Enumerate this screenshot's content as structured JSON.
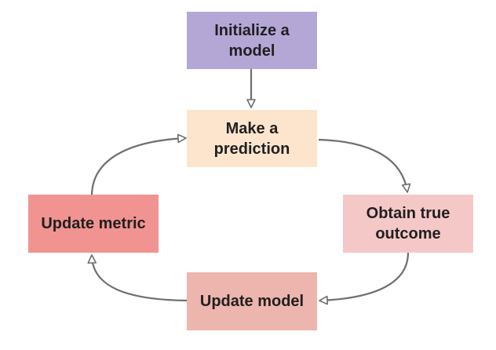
{
  "nodes": {
    "initialize": {
      "label": "Initialize a model",
      "color": "#b4a7d6"
    },
    "predict": {
      "label": "Make a prediction",
      "color": "#fde5cd"
    },
    "obtain": {
      "label": "Obtain true outcome",
      "color": "#f5c8c8"
    },
    "update_model": {
      "label": "Update model",
      "color": "#ecb5ad"
    },
    "update_metric": {
      "label": "Update metric",
      "color": "#f19391"
    }
  },
  "connector_color": "#6e6e6e"
}
